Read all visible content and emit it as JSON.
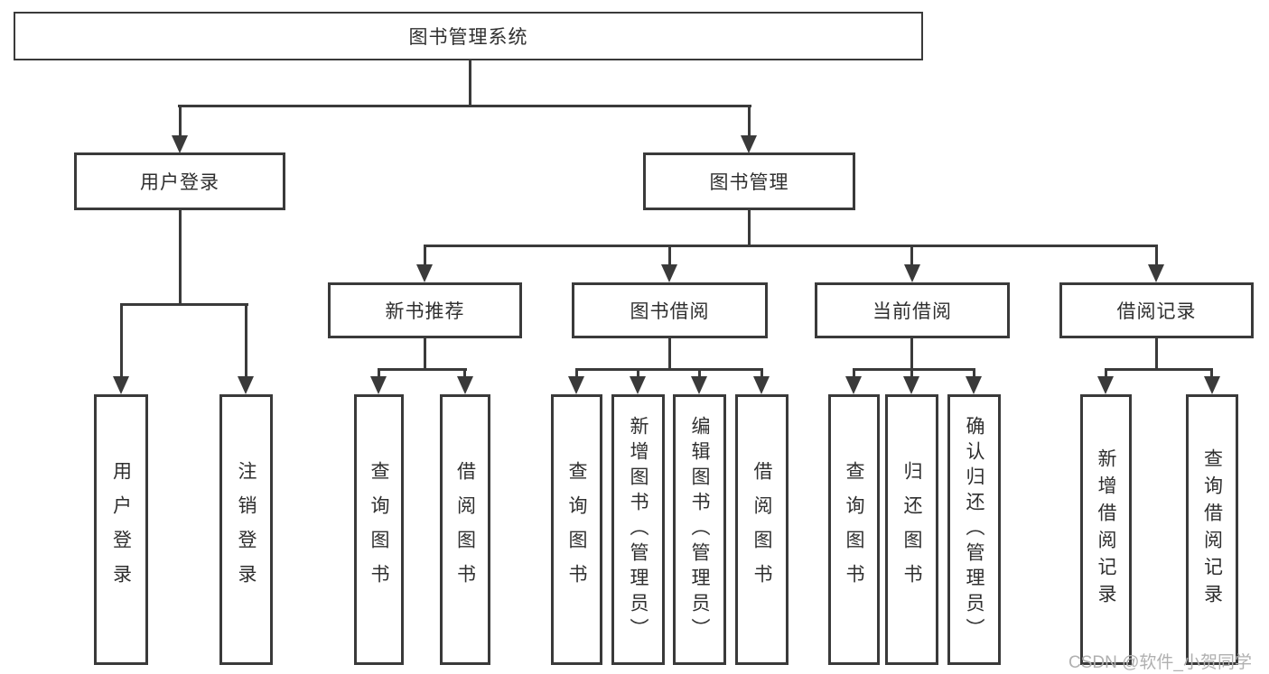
{
  "nodes": {
    "root": "图书管理系统",
    "user_login": "用户登录",
    "book_management": "图书管理",
    "user_login_children": [
      "用户登录",
      "注销登录"
    ],
    "sections": [
      {
        "label": "新书推荐",
        "children": [
          "查询图书",
          "借阅图书"
        ]
      },
      {
        "label": "图书借阅",
        "children": [
          "查询图书",
          "新增图书（管理员）",
          "编辑图书（管理员）",
          "借阅图书"
        ]
      },
      {
        "label": "当前借阅",
        "children": [
          "查询图书",
          "归还图书",
          "确认归还（管理员）"
        ]
      },
      {
        "label": "借阅记录",
        "children": [
          "新增借阅记录",
          "查询借阅记录"
        ]
      }
    ]
  },
  "watermark": "CSDN @软件_小贺同学",
  "colors": {
    "line": "#3a3a3a",
    "text": "#2f2f2f",
    "box_background": "#ffffff",
    "watermark": "#b0b0b0"
  }
}
